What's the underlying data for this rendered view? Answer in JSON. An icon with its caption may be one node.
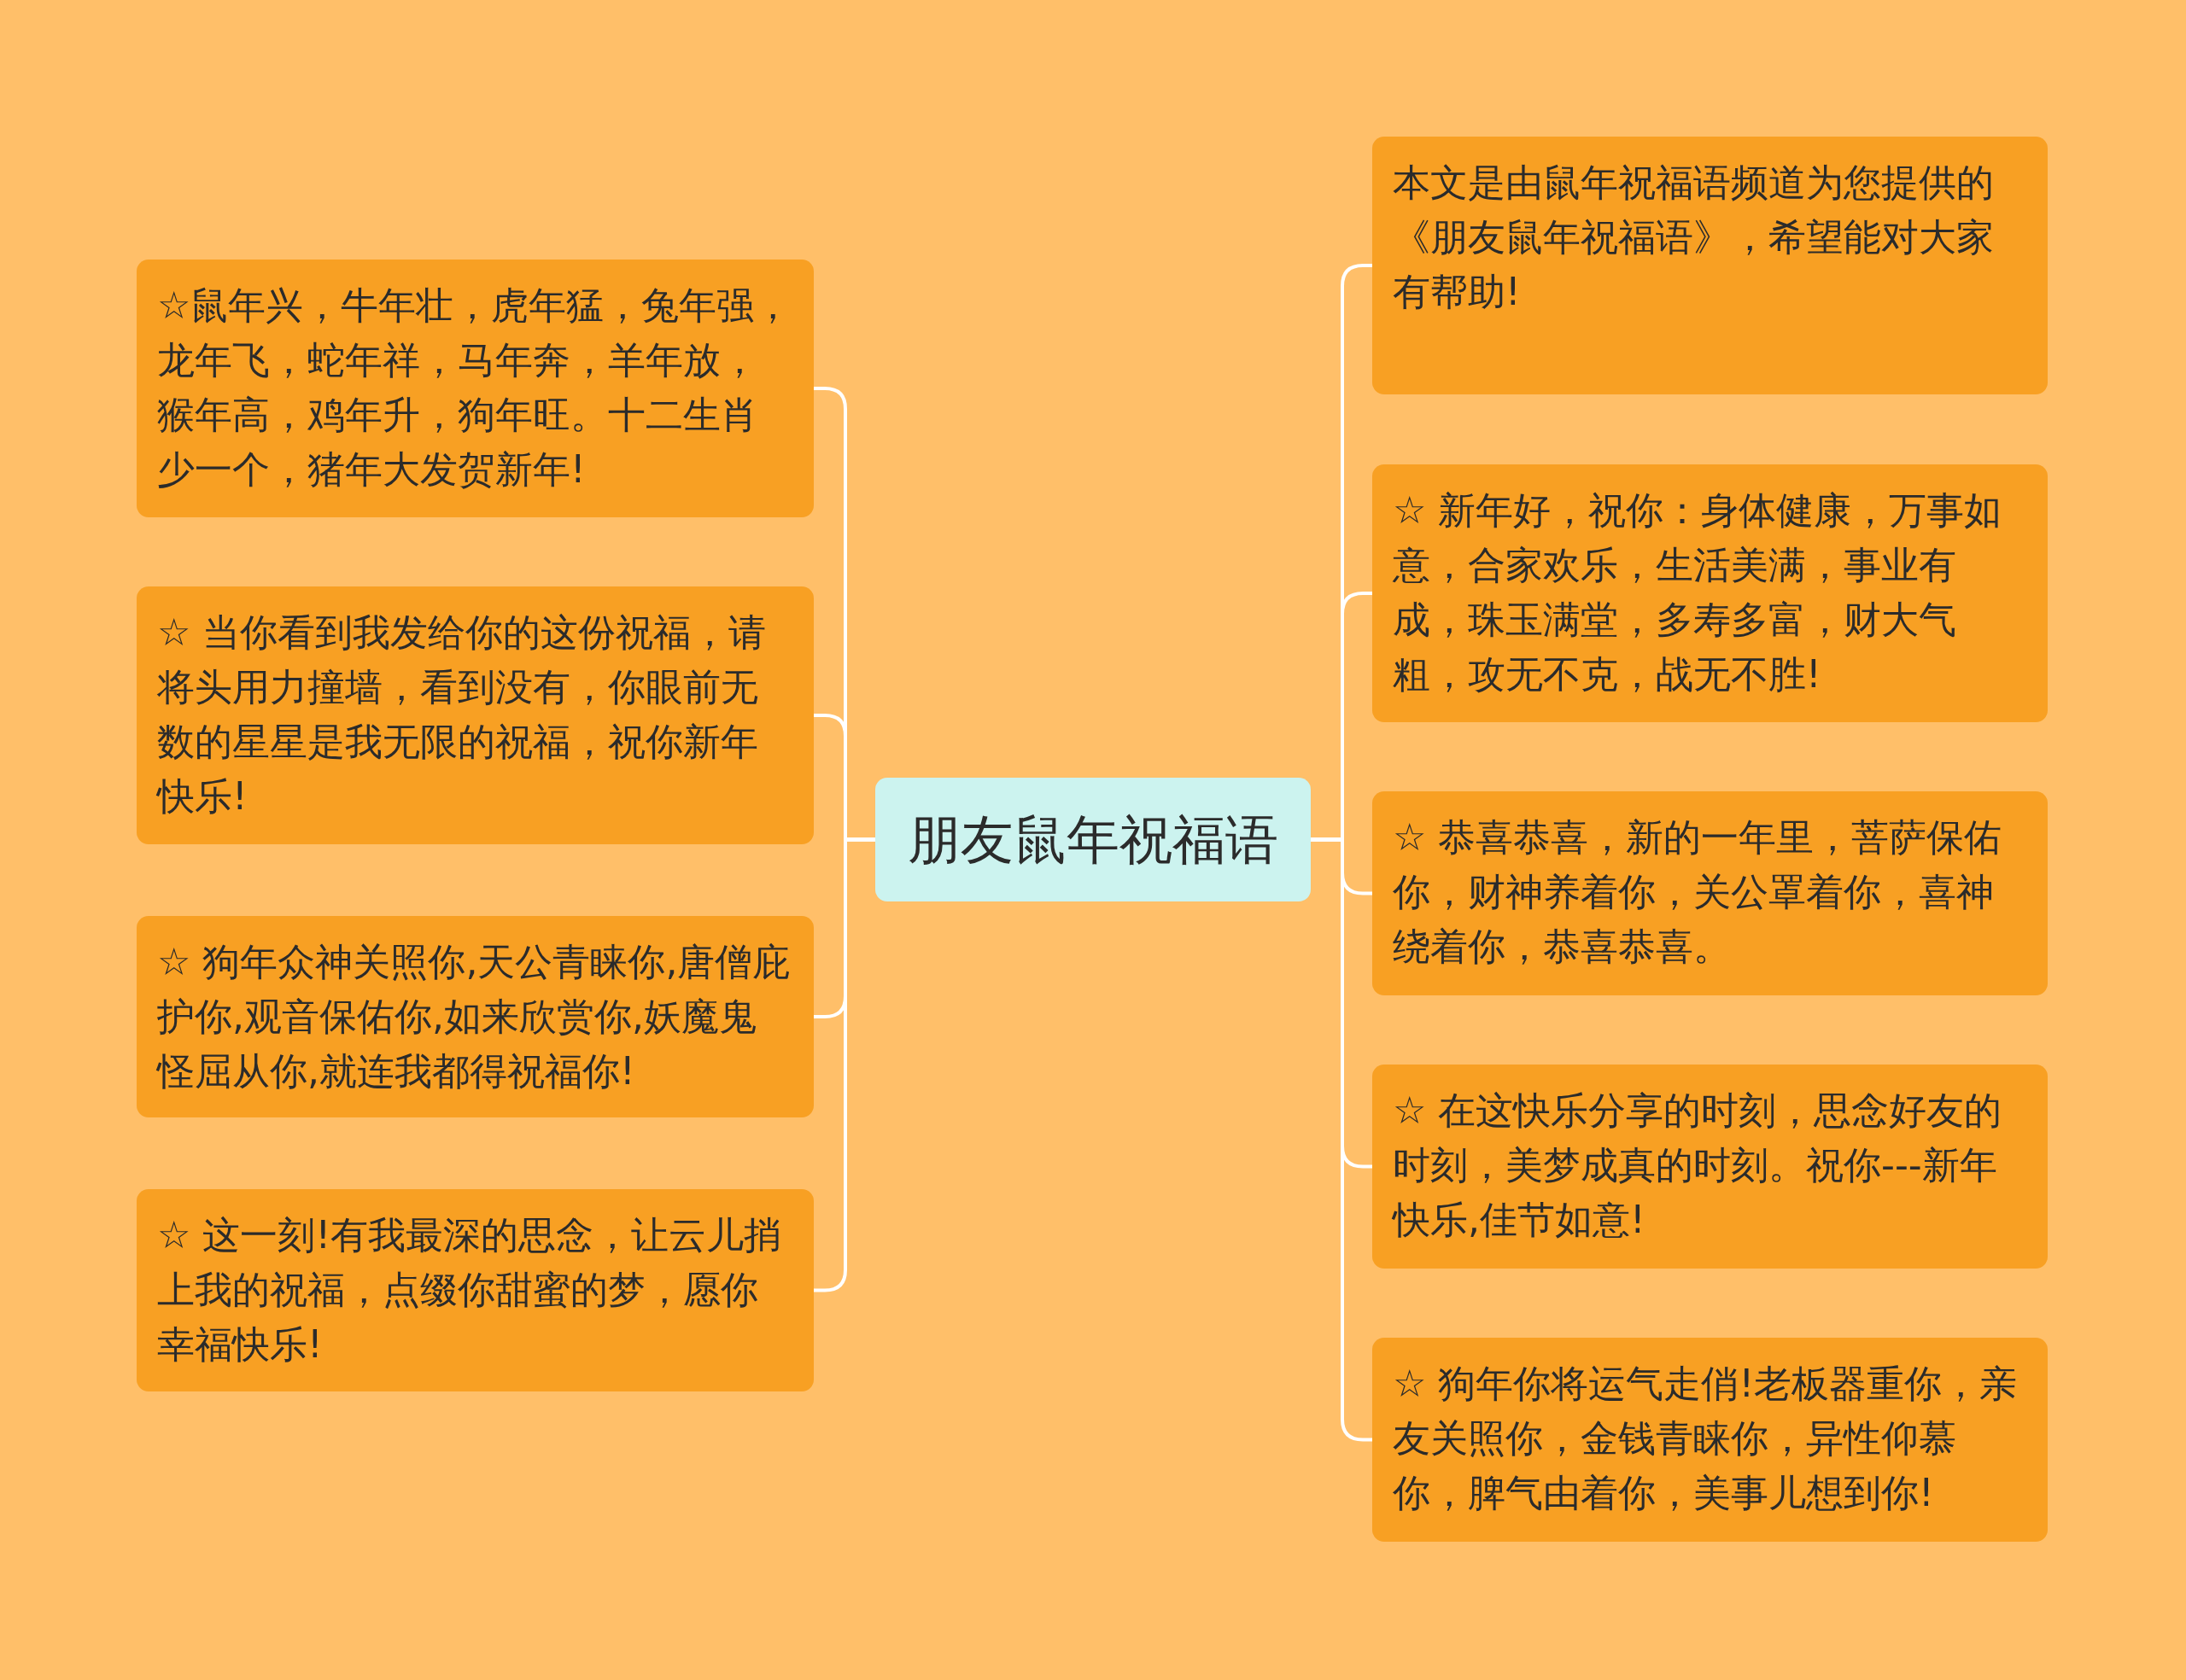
{
  "diagram": {
    "nodes": [
      {
        "text": [
          "朋友鼠年祝福语"
        ]
      },
      {
        "text": [
          "☆鼠年兴，牛年壮，虎年猛，兔年强，龙年飞，蛇年祥，马年奔，羊年放，猴年高，鸡年升，狗年旺。十二生肖少一个，猪年大发贺新年!"
        ]
      },
      {
        "text": [
          "☆ 当你看到我发给你的这份祝福，请将头用力撞墙，看到没有，你眼前无数的星星是我无限的祝福，祝你新年快乐!"
        ]
      },
      {
        "text": [
          "☆ 狗年众神关照你,天公青睐你,唐僧庇护你,观音保佑你,如来欣赏你,妖魔鬼怪屈从你,就连我都得祝福你!"
        ]
      },
      {
        "text": [
          "☆ 这一刻!有我最深的思念，让云儿捎上我的祝福，点缀你甜蜜的梦，愿你幸福快乐!"
        ]
      },
      {
        "text": [
          "本文是由鼠年祝福语频道为您提供的《朋友鼠年祝福语》，希望能对大家有帮助!"
        ]
      },
      {
        "text": [
          "☆ 新年好，祝你：身体健康，万事如意，合家欢乐，生活美满，事业有成，珠玉满堂，多寿多富，财大气粗，攻无不克，战无不胜!"
        ]
      },
      {
        "text": [
          "☆ 恭喜恭喜，新的一年里，菩萨保佑你，财神养着你，关公罩着你，喜神绕着你，恭喜恭喜。"
        ]
      },
      {
        "text": [
          "☆ 在这快乐分享的时刻，思念好友的时刻，美梦成真的时刻。祝你---新年快乐,佳节如意!"
        ]
      },
      {
        "text": [
          "☆ 狗年你将运气走俏!老板器重你，亲友关照你，金钱青睐你，异性仰慕你，脾气由着你，美事儿想到你!"
        ]
      }
    ],
    "edges": [
      {
        "from": 0,
        "to": 1,
        "arrow": "none"
      },
      {
        "from": 0,
        "to": 2,
        "arrow": "none"
      },
      {
        "from": 0,
        "to": 3,
        "arrow": "none"
      },
      {
        "from": 0,
        "to": 4,
        "arrow": "none"
      },
      {
        "from": 0,
        "to": 5,
        "arrow": "none"
      },
      {
        "from": 0,
        "to": 6,
        "arrow": "none"
      },
      {
        "from": 0,
        "to": 7,
        "arrow": "none"
      },
      {
        "from": 0,
        "to": 8,
        "arrow": "none"
      },
      {
        "from": 0,
        "to": 9,
        "arrow": "none"
      }
    ]
  }
}
